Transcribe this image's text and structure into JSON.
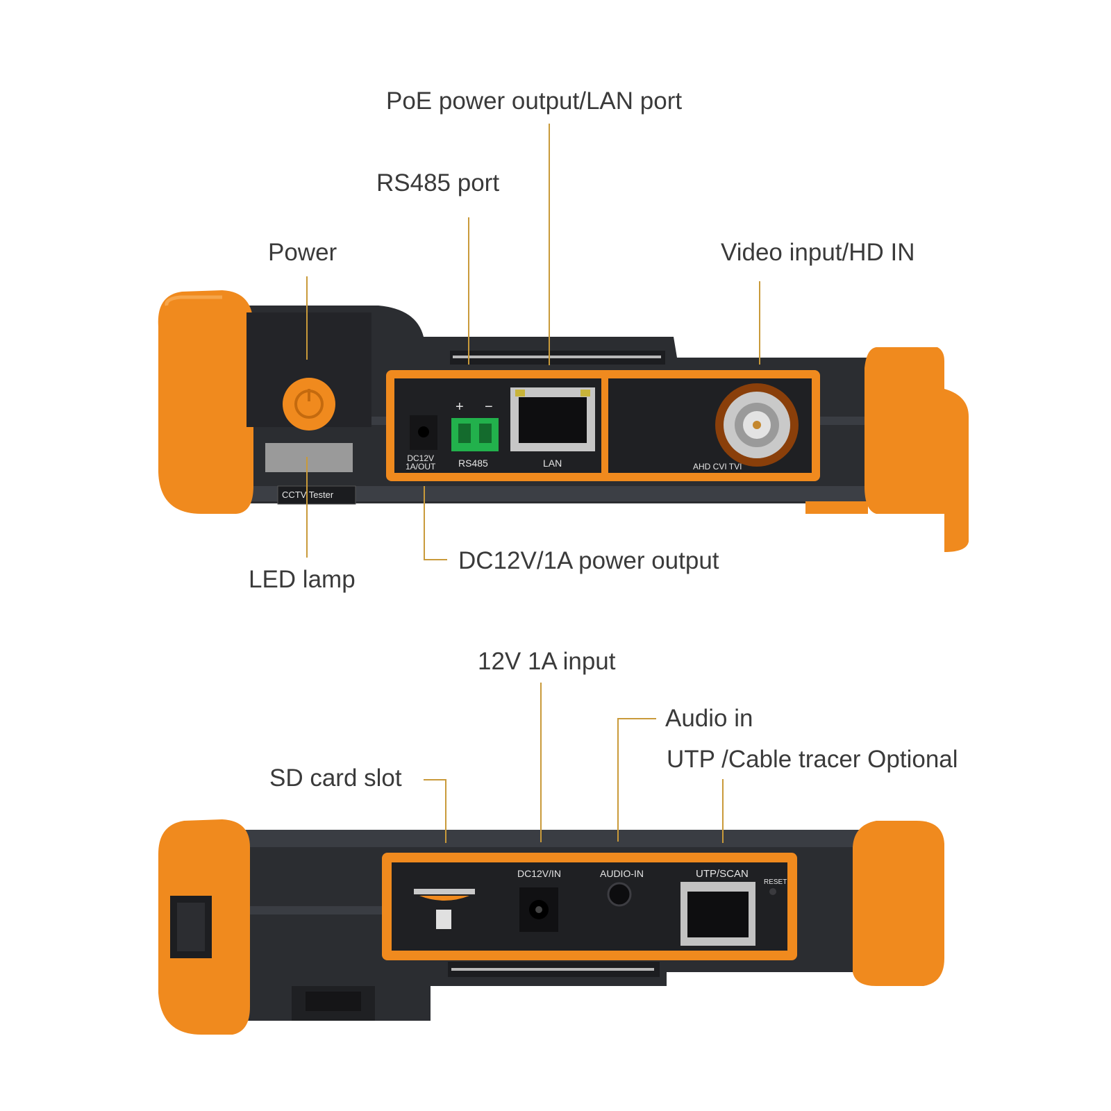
{
  "callouts": {
    "poe_lan": "PoE power output/LAN port",
    "rs485": "RS485 port",
    "power": "Power",
    "video_in": "Video input/HD IN",
    "led_lamp": "LED lamp",
    "dc_out": "DC12V/1A power output",
    "input_12v": "12V 1A input",
    "audio_in": "Audio in",
    "utp_tracer": "UTP /Cable tracer Optional",
    "sd_slot": "SD card slot"
  },
  "top_panel": {
    "badge": "CCTV Tester",
    "dc_label": "DC12V\n1A/OUT",
    "rs485_label": "RS485",
    "plus": "+",
    "minus": "−",
    "lan_label": "LAN",
    "bnc_label": "AHD CVI TVI"
  },
  "bottom_panel": {
    "dc_in_label": "DC12V/IN",
    "audio_label": "AUDIO-IN",
    "utp_label": "UTP/SCAN",
    "reset_label": "RESET"
  },
  "colors": {
    "orange": "#f08a1e",
    "body": "#2b2d31",
    "lead": "#c99a3a"
  }
}
